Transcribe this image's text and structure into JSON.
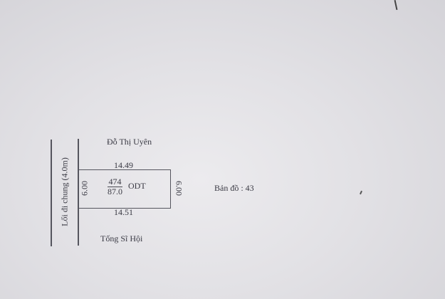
{
  "plot": {
    "owner_north": "Đỗ Thị Uyên",
    "owner_south": "Tống Sĩ Hội",
    "road_label": "Lối đi chung (4.0m)",
    "edge_top": "14.49",
    "edge_bottom": "14.51",
    "edge_left": "6.00",
    "edge_right": "6.00",
    "parcel_number": "474",
    "area": "87.0",
    "land_type": "ODT",
    "map_sheet": "Bản đồ : 43"
  }
}
